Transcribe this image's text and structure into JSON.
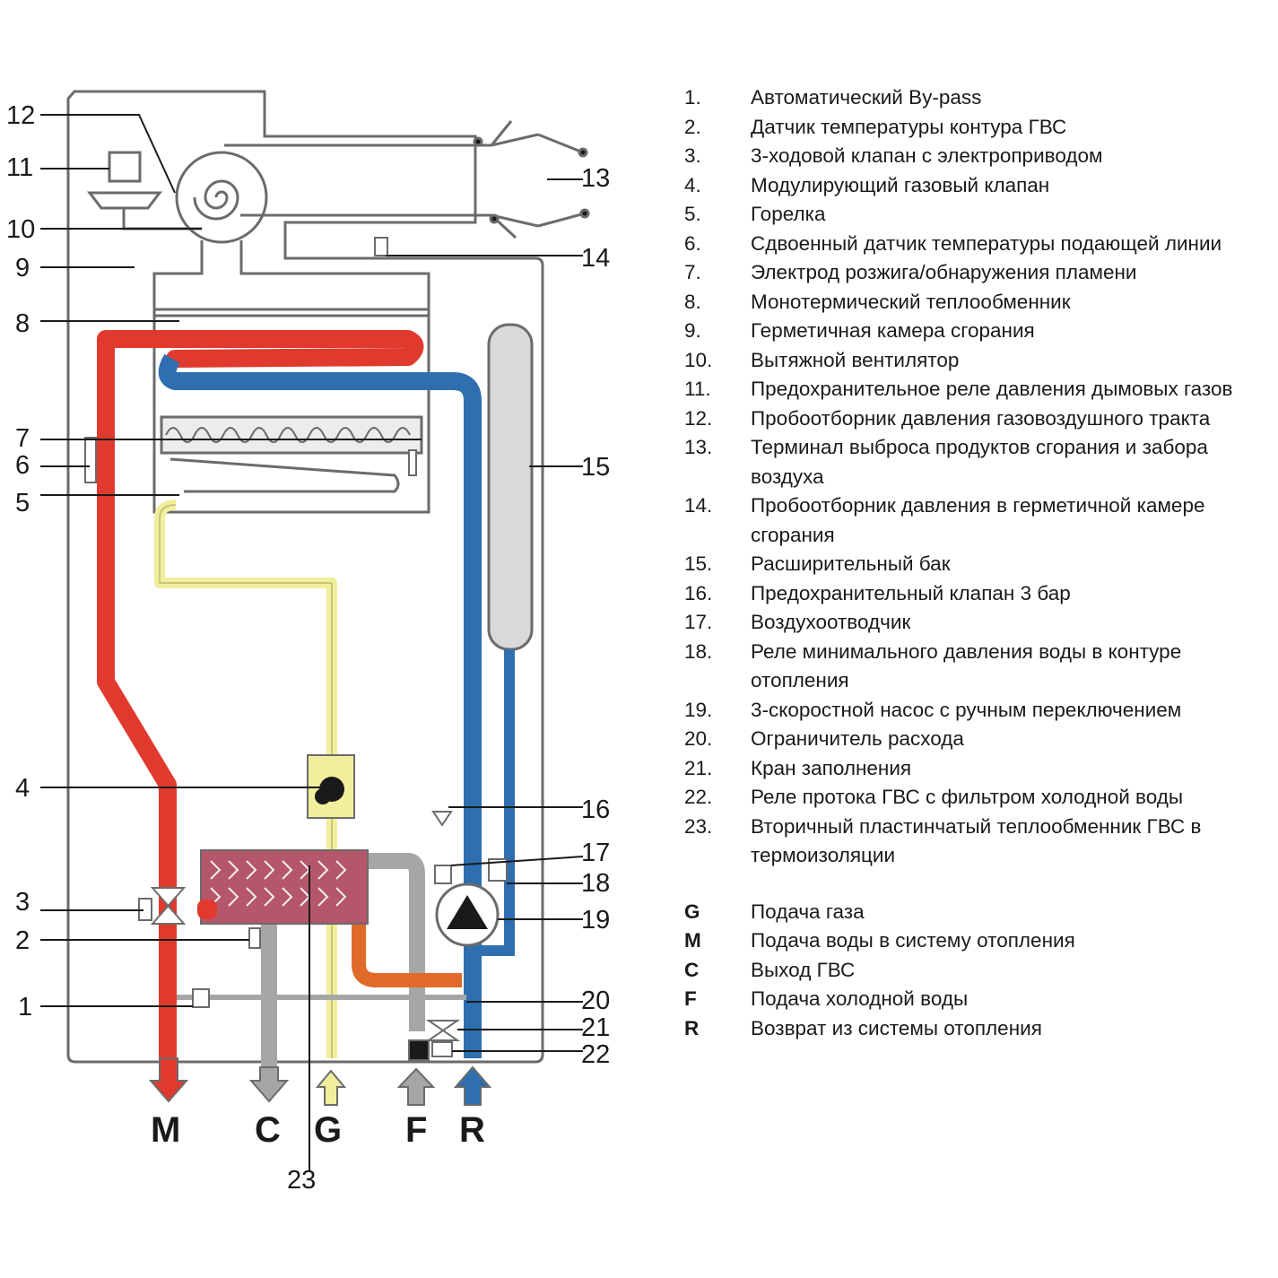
{
  "callouts": [
    "1",
    "2",
    "3",
    "4",
    "5",
    "6",
    "7",
    "8",
    "9",
    "10",
    "11",
    "12",
    "13",
    "14",
    "15",
    "16",
    "17",
    "18",
    "19",
    "20",
    "21",
    "22",
    "23"
  ],
  "ports": {
    "M": "M",
    "C": "C",
    "G": "G",
    "F": "F",
    "R": "R"
  },
  "colors": {
    "heating_supply": "#e03a2e",
    "heating_return": "#2f6fb0",
    "gas": "#f1ee9c",
    "dhw_out": "#a6a6a6",
    "cold_water": "#e06a2a",
    "frame": "#6b6b6b",
    "tank": "#d9d9d9"
  },
  "legend": {
    "items": [
      {
        "num": "1.",
        "text": "Автоматический By-pass"
      },
      {
        "num": "2.",
        "text": "Датчик температуры контура ГВС"
      },
      {
        "num": "3.",
        "text": "3-ходовой клапан с электроприводом"
      },
      {
        "num": "4.",
        "text": "Модулирующий газовый клапан"
      },
      {
        "num": "5.",
        "text": "Горелка"
      },
      {
        "num": "6.",
        "text": "Сдвоенный датчик температуры подающей линии"
      },
      {
        "num": "7.",
        "text": "Электрод розжига/обнаружения пламени"
      },
      {
        "num": "8.",
        "text": "Монотермический теплообменник"
      },
      {
        "num": "9.",
        "text": "Герметичная камера сгорания"
      },
      {
        "num": "10.",
        "text": "Вытяжной вентилятор"
      },
      {
        "num": "11.",
        "text": "Предохранительное реле давления дымовых газов"
      },
      {
        "num": "12.",
        "text": "Пробоотборник давления газовоздушного тракта"
      },
      {
        "num": "13.",
        "text": "Терминал выброса продуктов сгорания и забора воздуха"
      },
      {
        "num": "14.",
        "text": "Пробоотборник давления в герметичной камере сгорания"
      },
      {
        "num": "15.",
        "text": "Расширительный бак"
      },
      {
        "num": "16.",
        "text": "Предохранительный клапан 3 бар"
      },
      {
        "num": "17.",
        "text": "Воздухоотводчик"
      },
      {
        "num": "18.",
        "text": "Реле минимального давления воды в контуре отопления"
      },
      {
        "num": "19.",
        "text": "3-скоростной насос с ручным переключением"
      },
      {
        "num": "20.",
        "text": "Ограничитель расхода"
      },
      {
        "num": "21.",
        "text": "Кран заполнения"
      },
      {
        "num": "22.",
        "text": "Реле протока ГВС с фильтром холодной воды"
      },
      {
        "num": "23.",
        "text": "Вторичный пластинчатый теплообменник ГВС в термоизоляции"
      }
    ],
    "keys": [
      {
        "key": "G",
        "text": "Подача газа"
      },
      {
        "key": "M",
        "text": "Подача воды в систему отопления"
      },
      {
        "key": "C",
        "text": "Выход ГВС"
      },
      {
        "key": "F",
        "text": "Подача холодной воды"
      },
      {
        "key": "R",
        "text": "Возврат из системы отопления"
      }
    ]
  }
}
